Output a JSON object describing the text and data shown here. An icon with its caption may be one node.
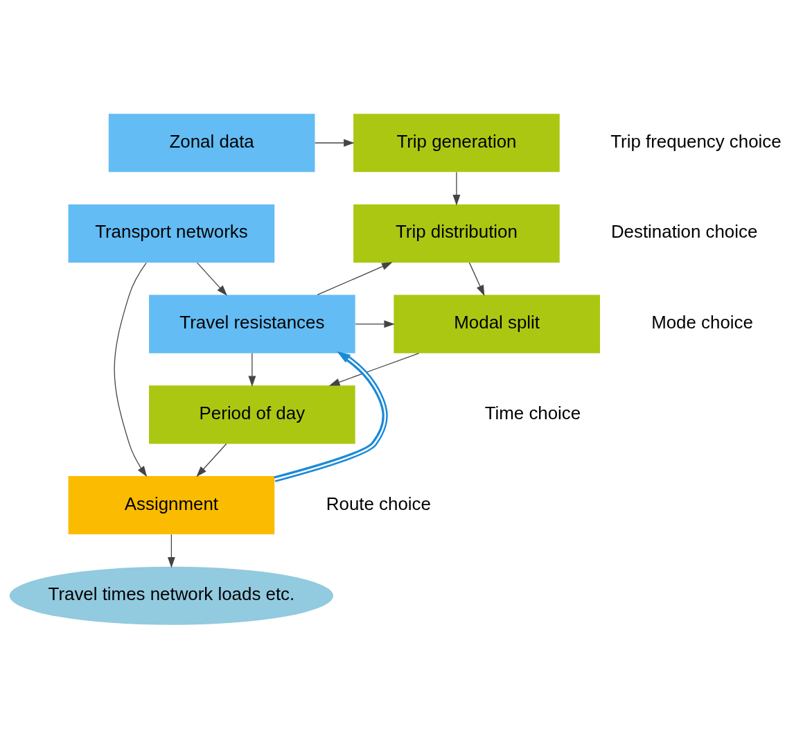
{
  "diagram": {
    "nodes": [
      {
        "text": [
          "Zonal data"
        ]
      },
      {
        "text": [
          "Trip generation"
        ]
      },
      {
        "text": [
          "Transport networks"
        ]
      },
      {
        "text": [
          "Trip distribution"
        ]
      },
      {
        "text": [
          "Travel resistances"
        ]
      },
      {
        "text": [
          "Modal split"
        ]
      },
      {
        "text": [
          "Period of day"
        ]
      },
      {
        "text": [
          "Assignment"
        ]
      },
      {
        "text": [
          "Travel times network loads etc."
        ]
      }
    ],
    "edges": [
      {
        "from": 0,
        "to": 1,
        "arrow": "to"
      },
      {
        "from": 1,
        "to": 3,
        "arrow": "to"
      },
      {
        "from": 2,
        "to": 4,
        "arrow": "to"
      },
      {
        "from": 3,
        "to": 5,
        "arrow": "to"
      },
      {
        "from": 4,
        "to": 5,
        "arrow": "to"
      },
      {
        "from": 4,
        "to": 3,
        "arrow": "to"
      },
      {
        "from": 4,
        "to": 6,
        "arrow": "to"
      },
      {
        "from": 5,
        "to": 6,
        "arrow": "to"
      },
      {
        "from": 6,
        "to": 7,
        "arrow": "to"
      },
      {
        "from": 2,
        "to": 7,
        "arrow": "to"
      },
      {
        "from": 7,
        "to": 4,
        "arrow": "to",
        "style": "thick",
        "color": "#1a8ad8"
      },
      {
        "from": 7,
        "to": 8,
        "arrow": "to"
      }
    ],
    "labels": [
      "Trip frequency choice",
      "Destination choice",
      "Mode choice",
      "Time choice",
      "Route choice"
    ]
  }
}
